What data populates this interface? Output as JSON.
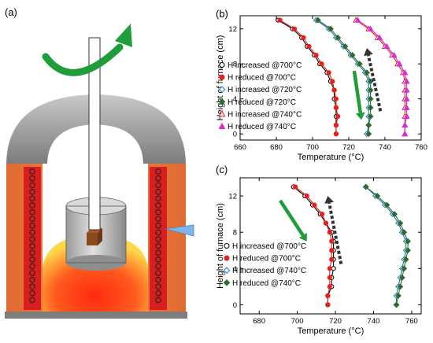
{
  "panels": {
    "a": "(a)",
    "b": "(b)",
    "c": "(c)"
  },
  "furnace": {
    "colors": {
      "dome": "#a9a9a9",
      "wall": "#e8713a",
      "coil": "#d81e1e",
      "hot": "#ff3b1f",
      "warm": "#ffd33a",
      "crucible": "#c8c8c8",
      "sample": "#8b4a1c",
      "base": "#808080",
      "flow_arrow": "#1f9d3a",
      "probe": "#7eb6e8"
    }
  },
  "chart_data": [
    {
      "type": "line",
      "panel": "(b)",
      "xlabel": "Temperature (°C)",
      "ylabel": "Height of furnace (cm)",
      "xlim": [
        660,
        760
      ],
      "ylim": [
        -0.7,
        13.5
      ],
      "xticks": [
        660,
        680,
        700,
        720,
        740,
        760
      ],
      "yticks": [
        0,
        4,
        8,
        12
      ],
      "legend_position": "left",
      "series": [
        {
          "name": "H increased @700°C",
          "marker": "circle-open",
          "color": "#000000",
          "points": [
            [
              681,
              13
            ],
            [
              689,
              12
            ],
            [
              694,
              11
            ],
            [
              697,
              10
            ],
            [
              701,
              9
            ],
            [
              704,
              8
            ],
            [
              708,
              7
            ],
            [
              710,
              6
            ],
            [
              712,
              5
            ],
            [
              712,
              4
            ],
            [
              713,
              3
            ],
            [
              713,
              2
            ],
            [
              713,
              1
            ],
            [
              713,
              0
            ]
          ]
        },
        {
          "name": "H reduced @700°C",
          "marker": "circle",
          "color": "#e8201d",
          "points": [
            [
              682,
              13
            ],
            [
              690,
              12
            ],
            [
              695,
              11
            ],
            [
              698,
              10
            ],
            [
              702,
              9
            ],
            [
              705,
              8
            ],
            [
              709,
              7
            ],
            [
              711,
              6
            ],
            [
              712,
              5
            ],
            [
              713,
              4
            ],
            [
              713,
              3
            ],
            [
              714,
              2
            ],
            [
              713,
              1
            ],
            [
              713,
              0
            ]
          ]
        },
        {
          "name": "H increased @720°C",
          "marker": "diamond-open",
          "color": "#1a74b8",
          "points": [
            [
              702,
              13
            ],
            [
              709,
              12
            ],
            [
              713,
              11
            ],
            [
              717,
              10
            ],
            [
              721,
              9
            ],
            [
              725,
              8
            ],
            [
              729,
              7
            ],
            [
              731,
              6
            ],
            [
              731,
              5
            ],
            [
              731,
              4
            ],
            [
              731,
              3
            ],
            [
              731,
              2
            ],
            [
              731,
              1
            ],
            [
              730,
              0
            ]
          ]
        },
        {
          "name": "H reduced @720°C",
          "marker": "diamond",
          "color": "#2e6b2e",
          "points": [
            [
              703,
              13
            ],
            [
              710,
              12
            ],
            [
              714,
              11
            ],
            [
              718,
              10
            ],
            [
              722,
              9
            ],
            [
              726,
              8
            ],
            [
              730,
              7
            ],
            [
              732,
              6
            ],
            [
              732,
              5
            ],
            [
              732,
              4
            ],
            [
              732,
              3
            ],
            [
              732,
              2
            ],
            [
              731,
              1
            ],
            [
              731,
              0
            ]
          ]
        },
        {
          "name": "H increased @740°C",
          "marker": "triangle-open",
          "color": "#e8201d",
          "points": [
            [
              724,
              13
            ],
            [
              731,
              12
            ],
            [
              736,
              11
            ],
            [
              740,
              10
            ],
            [
              744,
              9
            ],
            [
              747,
              8
            ],
            [
              750,
              7
            ],
            [
              751,
              6
            ],
            [
              751,
              5
            ],
            [
              751,
              4
            ],
            [
              751,
              3
            ],
            [
              751,
              2
            ],
            [
              751,
              1
            ],
            [
              751,
              0
            ]
          ]
        },
        {
          "name": "H reduced @740°C",
          "marker": "triangle",
          "color": "#d22fd2",
          "points": [
            [
              725,
              13
            ],
            [
              732,
              12
            ],
            [
              737,
              11
            ],
            [
              741,
              10
            ],
            [
              745,
              9
            ],
            [
              748,
              8
            ],
            [
              751,
              7
            ],
            [
              752,
              6
            ],
            [
              752,
              5
            ],
            [
              752,
              4
            ],
            [
              752,
              3
            ],
            [
              752,
              2
            ],
            [
              751,
              1
            ],
            [
              751,
              0
            ]
          ]
        }
      ],
      "annotations": [
        {
          "kind": "arrow",
          "color": "#1f9d3a",
          "style": "solid",
          "from": [
            723,
            7.2
          ],
          "to": [
            727,
            1.6
          ]
        },
        {
          "kind": "arrow",
          "color": "#333333",
          "style": "dashed",
          "from": [
            737.5,
            2.6
          ],
          "to": [
            730,
            9.8
          ]
        }
      ]
    },
    {
      "type": "line",
      "panel": "(c)",
      "xlabel": "Temperature (°C)",
      "ylabel": "Height of furnace (cm)",
      "xlim": [
        670,
        765
      ],
      "ylim": [
        -1,
        14
      ],
      "xticks": [
        680,
        700,
        720,
        740,
        760
      ],
      "yticks": [
        0,
        4,
        8,
        12
      ],
      "legend_position": "left",
      "series": [
        {
          "name": "H increased @700°C",
          "marker": "circle-open",
          "color": "#000000",
          "points": [
            [
              698,
              13
            ],
            [
              704,
              12
            ],
            [
              708,
              11
            ],
            [
              712,
              10
            ],
            [
              715,
              9
            ],
            [
              718,
              8
            ],
            [
              719,
              7
            ],
            [
              719,
              6
            ],
            [
              719,
              5
            ],
            [
              719,
              4
            ],
            [
              718,
              3
            ],
            [
              718,
              2
            ],
            [
              716,
              1
            ],
            [
              716,
              0
            ]
          ]
        },
        {
          "name": "H reduced @700°C",
          "marker": "circle",
          "color": "#e8201d",
          "points": [
            [
              699,
              13
            ],
            [
              705,
              12
            ],
            [
              709,
              11
            ],
            [
              713,
              10
            ],
            [
              715,
              9
            ],
            [
              717,
              8
            ],
            [
              718,
              7
            ],
            [
              718,
              6
            ],
            [
              718,
              5
            ],
            [
              717,
              4
            ],
            [
              717,
              3
            ],
            [
              717,
              2
            ],
            [
              716,
              1
            ],
            [
              716,
              0
            ]
          ]
        },
        {
          "name": "H increased @740°C",
          "marker": "diamond-open",
          "color": "#1a74b8",
          "points": [
            [
              736,
              13
            ],
            [
              741,
              12
            ],
            [
              746,
              11
            ],
            [
              750,
              10
            ],
            [
              753,
              9
            ],
            [
              755,
              8
            ],
            [
              757,
              7
            ],
            [
              757,
              6
            ],
            [
              756,
              5
            ],
            [
              755,
              4
            ],
            [
              754,
              3
            ],
            [
              753,
              2
            ],
            [
              752,
              1
            ],
            [
              752,
              0
            ]
          ]
        },
        {
          "name": "H reduced @740°C",
          "marker": "diamond",
          "color": "#2e6b2e",
          "points": [
            [
              736,
              13
            ],
            [
              742,
              12
            ],
            [
              747,
              11
            ],
            [
              751,
              10
            ],
            [
              754,
              9
            ],
            [
              756,
              8
            ],
            [
              758,
              7
            ],
            [
              758,
              6
            ],
            [
              757,
              5
            ],
            [
              756,
              4
            ],
            [
              755,
              3
            ],
            [
              754,
              2
            ],
            [
              753,
              1
            ],
            [
              752,
              0
            ]
          ]
        }
      ],
      "annotations": [
        {
          "kind": "arrow",
          "color": "#1f9d3a",
          "style": "solid",
          "from": [
            691,
            11.5
          ],
          "to": [
            705,
            7
          ]
        },
        {
          "kind": "arrow",
          "color": "#333333",
          "style": "dashed",
          "from": [
            723,
            4.5
          ],
          "to": [
            716,
            12
          ]
        }
      ]
    }
  ]
}
